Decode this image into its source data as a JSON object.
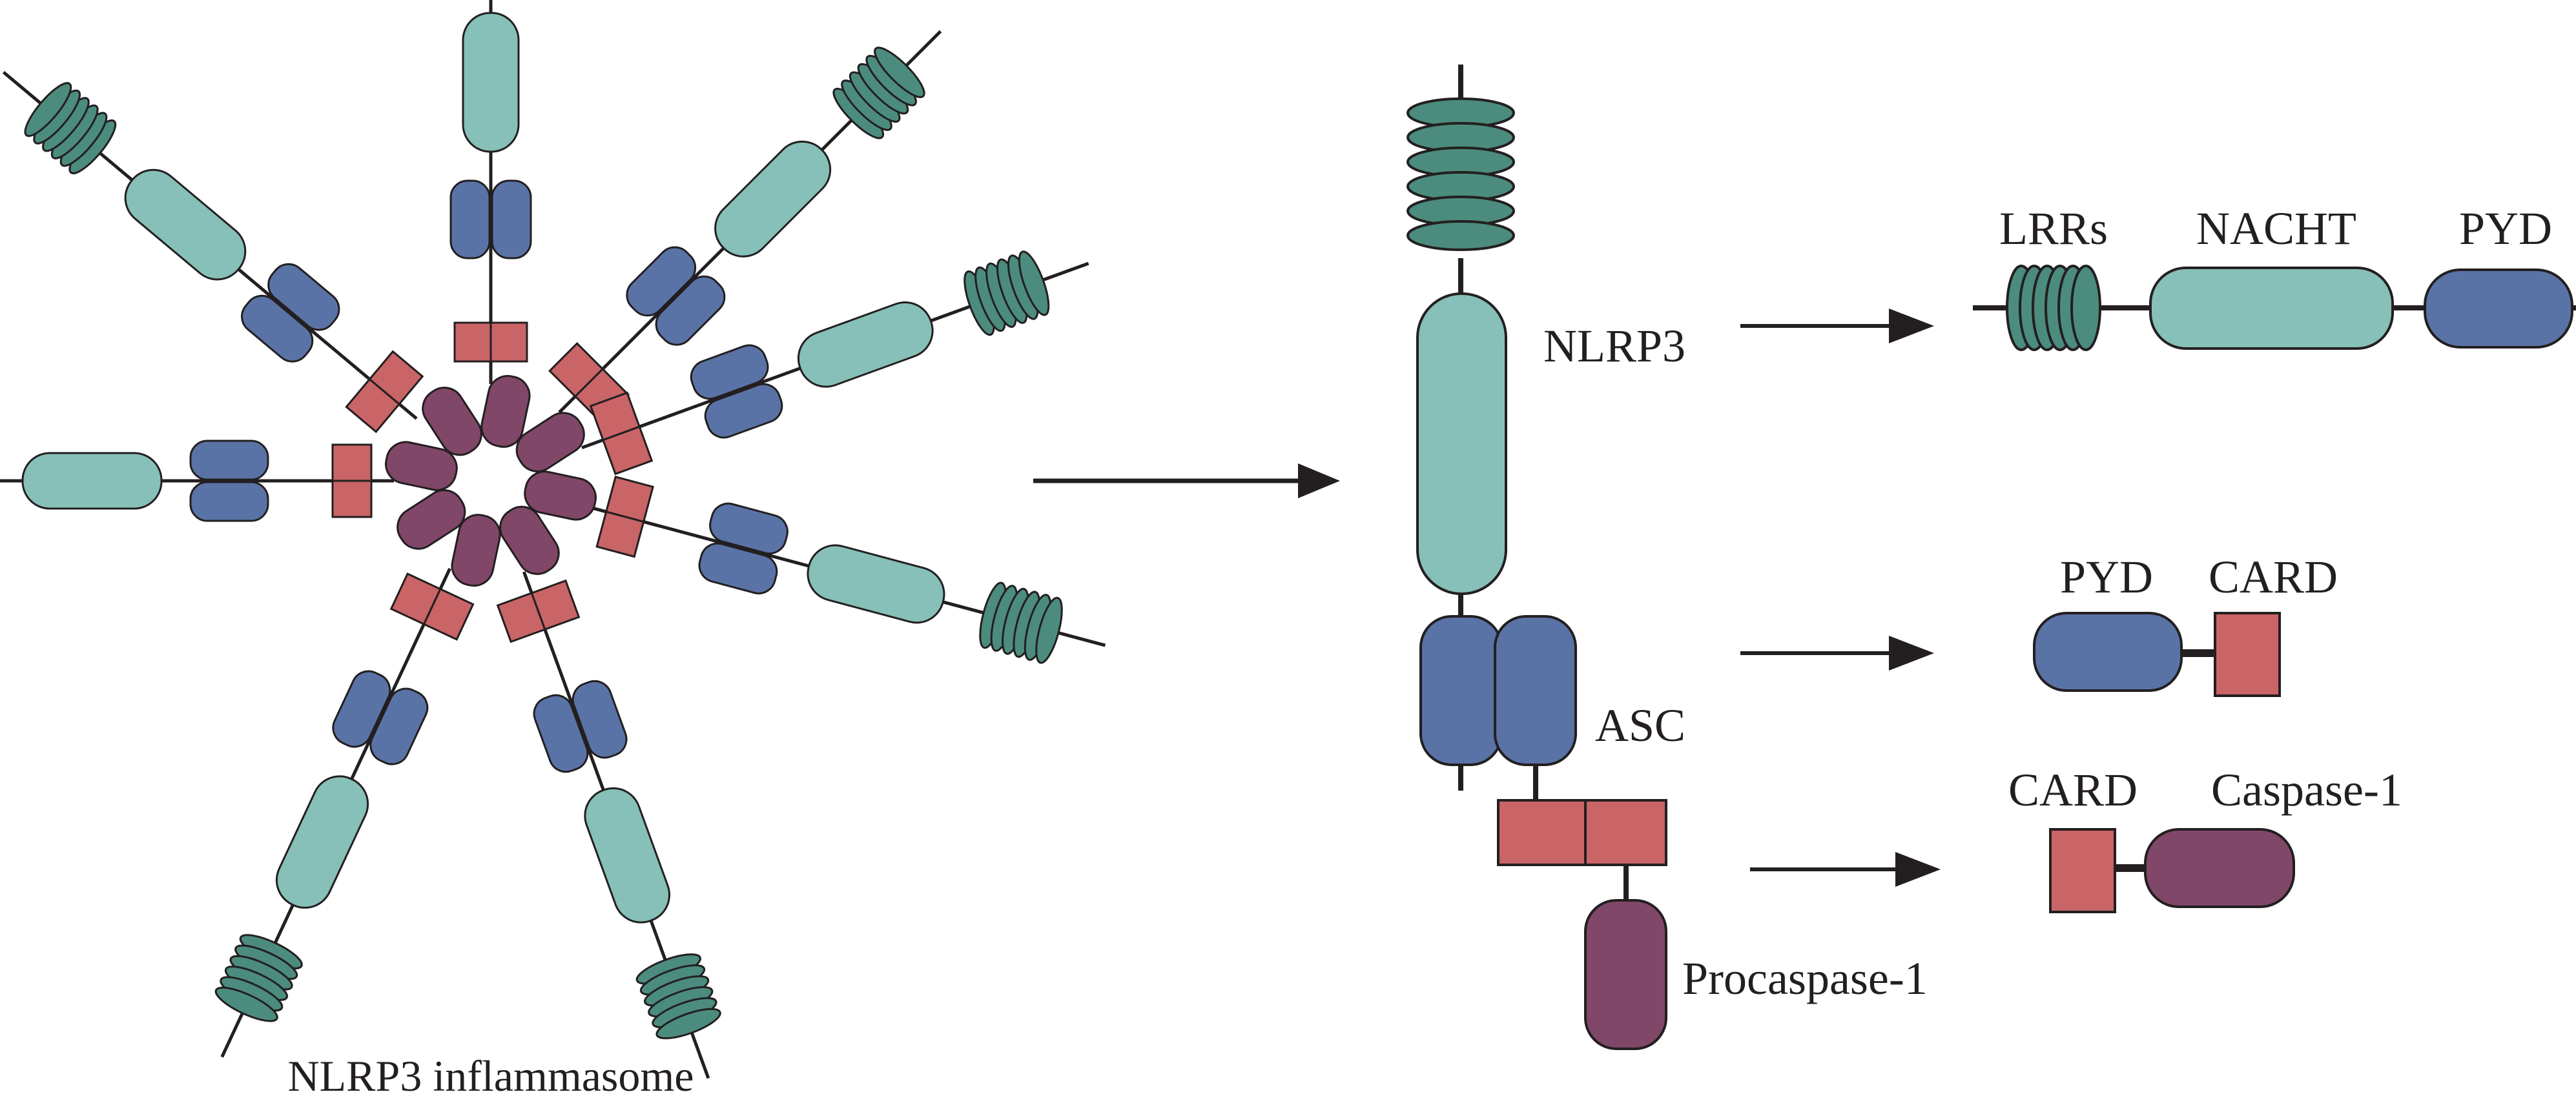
{
  "labels": {
    "complex_caption": "NLRP3 inflammasome",
    "nlrp3": "NLRP3",
    "asc": "ASC",
    "procaspase": "Procaspase-1",
    "lrrs": "LRRs",
    "nacht": "NACHT",
    "pyd_nlrp3": "PYD",
    "pyd_asc": "PYD",
    "card_asc": "CARD",
    "card_casp": "CARD",
    "caspase": "Caspase-1"
  },
  "colors": {
    "lrr": "#4b8c7e",
    "nacht": "#86c0b8",
    "pyd": "#5a73a6",
    "card": "#c96467",
    "caspase": "#804768",
    "stroke": "#231f20"
  },
  "complex": {
    "arm_count": 8,
    "caspase_count": 8
  }
}
